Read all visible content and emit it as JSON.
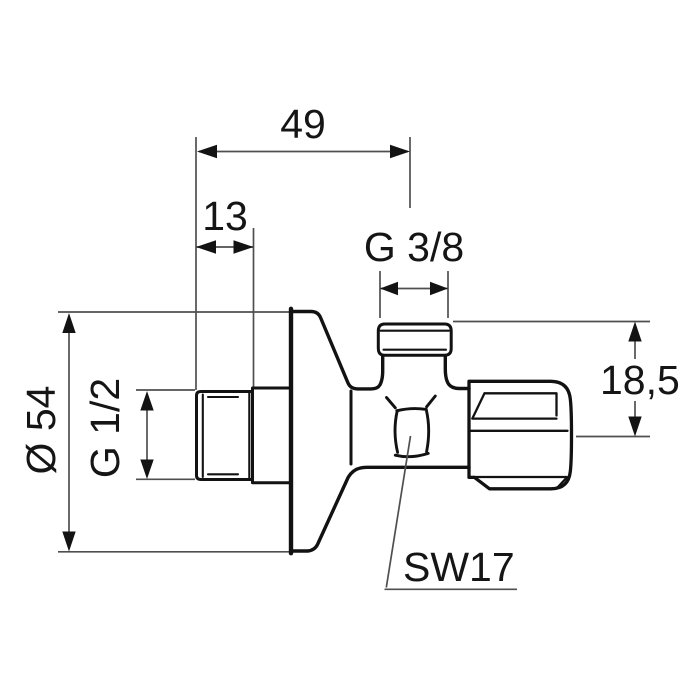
{
  "drawing": {
    "title": "angle-valve-dimension-drawing",
    "background": "#ffffff",
    "colors": {
      "outline": "#121212",
      "dimension_lines": "#4f4f4f",
      "text": "#151515"
    },
    "labels": {
      "width_from_wall": "49",
      "thread_length": "13",
      "outlet_thread": "G 3/8",
      "outlet_drop": "18,5",
      "rosette_diameter": "Ø 54",
      "inlet_thread": "G 1/2",
      "wrench_size": "SW17"
    }
  }
}
